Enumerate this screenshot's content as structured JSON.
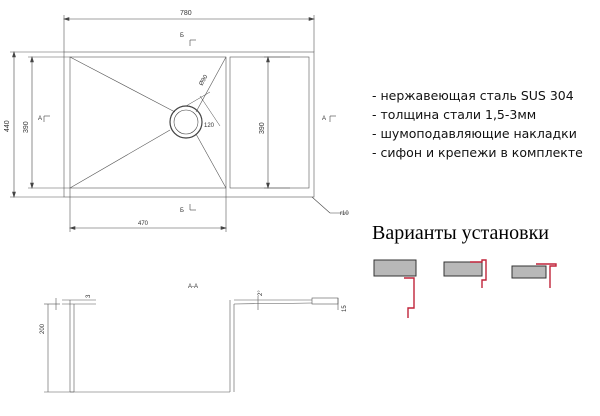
{
  "drawing": {
    "dims": {
      "width_top": "780",
      "height_left": "440",
      "bowl_height_left": "390",
      "bowl_height_right": "390",
      "drain_diameter": "Ø90",
      "drain_offset": "120",
      "bowl_width": "470",
      "corner_radius": "r10",
      "depth": "200",
      "thickness": "3",
      "slope": "2°",
      "rim": "15"
    },
    "section_marks": {
      "b_top": "Б",
      "b_bottom": "Б",
      "a_left": "А",
      "a_right": "А"
    },
    "section_title": "А-А"
  },
  "specs": [
    "- нержавеющая сталь SUS 304",
    "- толщина стали 1,5-3мм",
    "- шумоподавляющие накладки",
    "- сифон и крепежи в комплекте"
  ],
  "variants": {
    "title": "Варианты установки",
    "accent_color": "#c0243a",
    "countertop_color": "#b8b8b8"
  }
}
